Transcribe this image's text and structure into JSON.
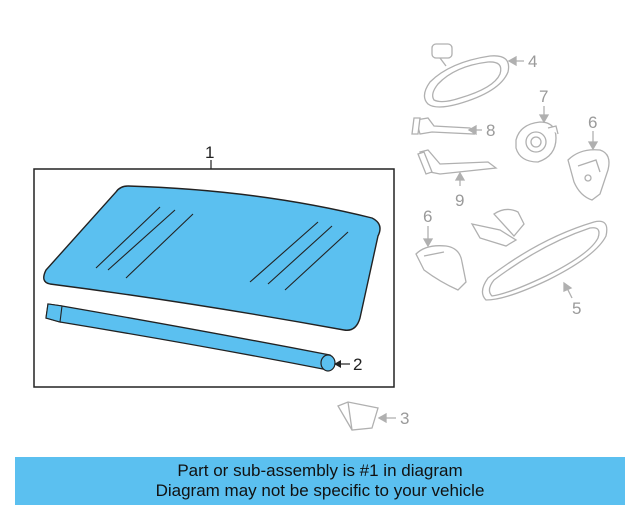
{
  "callouts": {
    "windshield": "1",
    "molding": "2",
    "bracket": "3",
    "mirror_upper": "4",
    "mirror_lower": "5",
    "cover_right": "6",
    "cover_left": "6",
    "sensor": "7",
    "wire_cover_upper": "8",
    "wire_cover_lower": "9"
  },
  "banner": {
    "line1": "Part or sub-assembly is #1 in diagram",
    "line2": "Diagram may not be specific to your vehicle"
  },
  "colors": {
    "highlight_fill": "#5bc0f0",
    "banner_fill": "#5bc0f0",
    "ghost_stroke": "#b0b0b0",
    "outline": "#222222"
  }
}
